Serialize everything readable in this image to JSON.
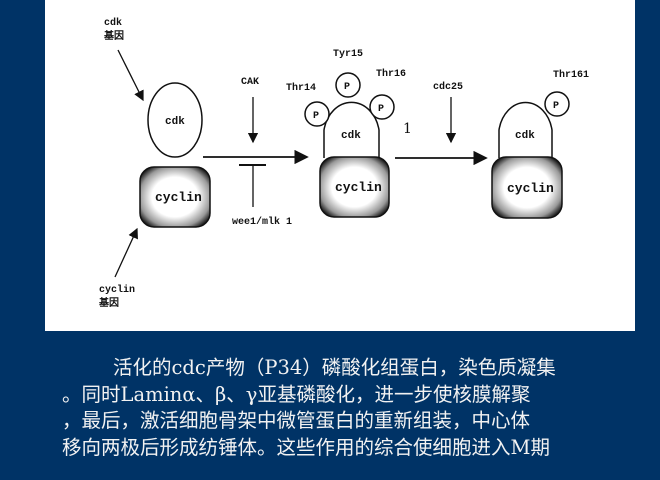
{
  "diagram": {
    "cdk_gene_label": [
      "cdk",
      "基因"
    ],
    "cyclin_gene_label": [
      "cyclin",
      "基因"
    ],
    "cdk_label": "cdk",
    "cyclin_label": "cyclin",
    "p_label": "P",
    "cak_label": "CAK",
    "wee1_label": "wee1/mlk 1",
    "thr14_label": "Thr14",
    "tyr15_label": "Tyr15",
    "thr16_label": "Thr16",
    "thr161_label": "Thr161",
    "cdc25_label": "cdc25",
    "step_marker": "1"
  },
  "caption": {
    "lines": [
      "活化的cdc产物（P34）磷酸化组蛋白，染色质凝集",
      "。同时Laminα、β、γ亚基磷酸化，进一步使核膜解聚",
      "，最后，激活细胞骨架中微管蛋白的重新组装，中心体",
      "移向两极后形成纺锤体。这些作用的综合使细胞进入M期"
    ]
  },
  "colors": {
    "background": "#003366",
    "figure": "#ffffff",
    "text": "#f2f2f2"
  }
}
